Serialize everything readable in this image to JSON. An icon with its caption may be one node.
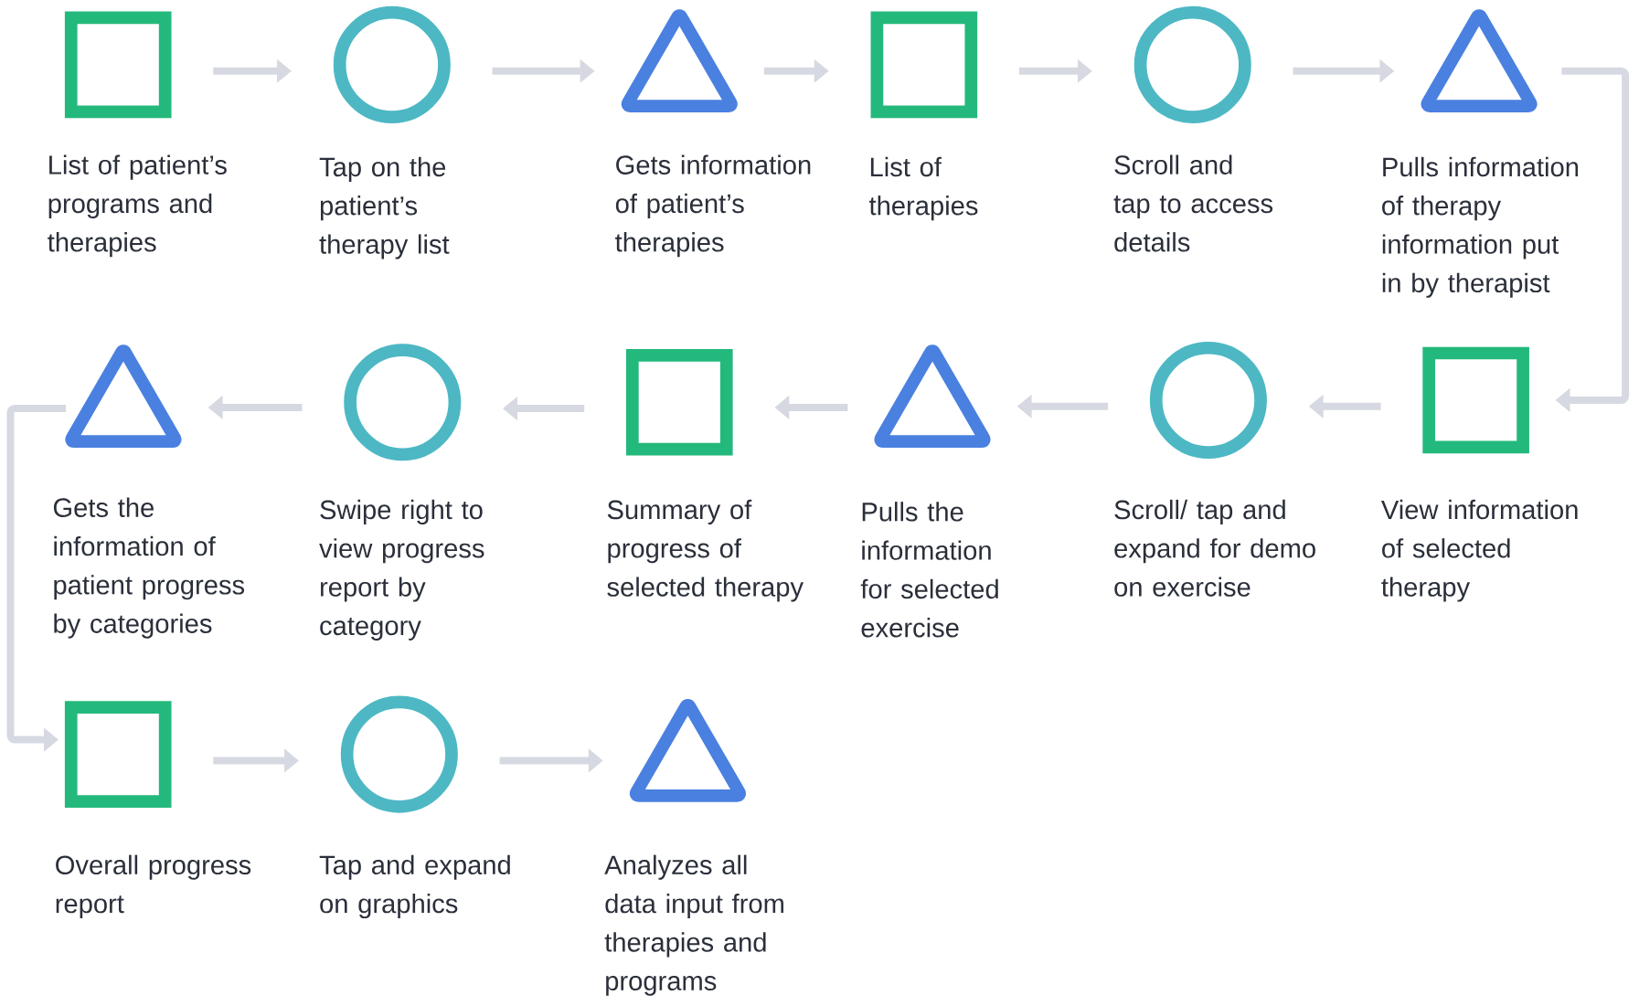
{
  "diagram": {
    "nodes": [
      {
        "text": [
          "List of patient’s programs and therapies"
        ]
      },
      {
        "text": [
          "Tap on the patient’s therapy list"
        ]
      },
      {
        "text": [
          "Gets information of patient’s therapies"
        ]
      },
      {
        "text": [
          "List of therapies"
        ]
      },
      {
        "text": [
          "Scroll and tap to access details"
        ]
      },
      {
        "text": [
          "Pulls information of therapy information put in by therapist"
        ]
      },
      {
        "text": [
          "View information of selected therapy"
        ]
      },
      {
        "text": [
          "Scroll/ tap and expand for demo on exercise"
        ]
      },
      {
        "text": [
          "Pulls the information for selected exercise"
        ]
      },
      {
        "text": [
          "Summary of progress of selected therapy"
        ]
      },
      {
        "text": [
          "Swipe right to view progress report by category"
        ]
      },
      {
        "text": [
          "Gets the information of patient progress by categories"
        ]
      },
      {
        "text": [
          "Overall progress report"
        ]
      },
      {
        "text": [
          "Tap and expand on graphics"
        ]
      },
      {
        "text": [
          "Analyzes all data input from therapies and programs"
        ]
      }
    ],
    "edges": [
      {
        "from": 0,
        "to": 1,
        "arrow": "to"
      },
      {
        "from": 1,
        "to": 2,
        "arrow": "to"
      },
      {
        "from": 2,
        "to": 3,
        "arrow": "to"
      },
      {
        "from": 3,
        "to": 4,
        "arrow": "to"
      },
      {
        "from": 4,
        "to": 5,
        "arrow": "to"
      },
      {
        "from": 5,
        "to": 6,
        "arrow": "to"
      },
      {
        "from": 6,
        "to": 7,
        "arrow": "to"
      },
      {
        "from": 7,
        "to": 8,
        "arrow": "to"
      },
      {
        "from": 8,
        "to": 9,
        "arrow": "to"
      },
      {
        "from": 9,
        "to": 10,
        "arrow": "to"
      },
      {
        "from": 10,
        "to": 11,
        "arrow": "to"
      },
      {
        "from": 11,
        "to": 12,
        "arrow": "to"
      },
      {
        "from": 12,
        "to": 13,
        "arrow": "to"
      },
      {
        "from": 13,
        "to": 14,
        "arrow": "to"
      }
    ]
  }
}
